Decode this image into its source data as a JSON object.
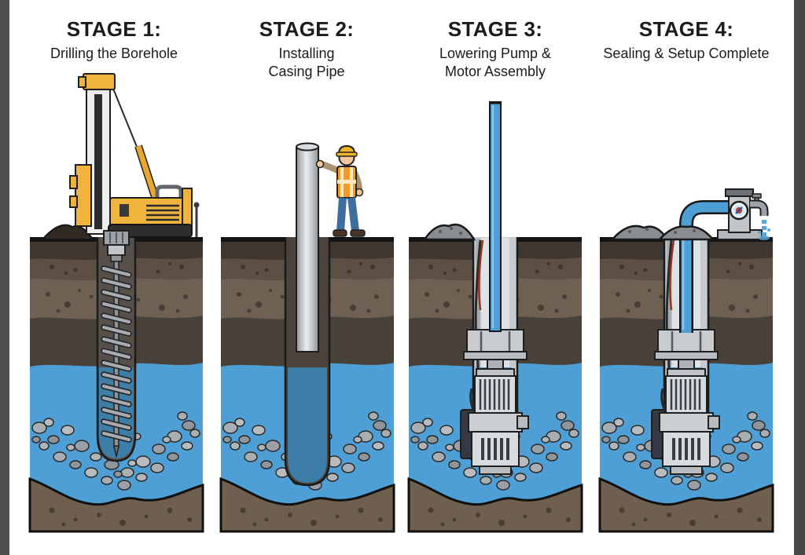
{
  "figure": {
    "description": "Four-stage borewell installation diagram",
    "stage_count": 4
  },
  "stages": [
    {
      "id": 1,
      "title": "STAGE 1:",
      "subtitle": "Drilling the Borehole",
      "illustration": "drilling-rig-with-auger-boring-hole"
    },
    {
      "id": 2,
      "title": "STAGE 2:",
      "subtitle": "Installing Casing Pipe",
      "illustration": "worker-lowering-casing-pipe-into-borehole"
    },
    {
      "id": 3,
      "title": "STAGE 3:",
      "subtitle": "Lowering Pump & Motor Assembly",
      "illustration": "submersible-pump-on-blue-riser-pipe-in-cased-well"
    },
    {
      "id": 4,
      "title": "STAGE 4:",
      "subtitle": "Sealing & Setup Complete",
      "illustration": "sealed-wellhead-with-gauge-and-running-tap"
    }
  ],
  "colors": {
    "water_blue": "#4E9FD6",
    "borehole_water": "#3D7EA8",
    "topsoil_dark": "#3E362F",
    "soil_mid": "#5C5044",
    "soil_light": "#6E6154",
    "soil_deep": "#48413A",
    "bottom_soil": "#6E5F4F",
    "gravel_gray": "#A9AEB3",
    "rig_yellow": "#F0B43C",
    "vest_orange": "#F59A23",
    "hardhat_yellow": "#F0B429",
    "jeans_blue": "#3E6E9E",
    "casing_gray": "#C8CBCE",
    "riser_pipe_blue": "#4D9FD6",
    "cable_red": "#93321F",
    "cable_black": "#26292D",
    "outline_black": "#1A1A1A",
    "side_strip_gray": "#4E4E50"
  }
}
